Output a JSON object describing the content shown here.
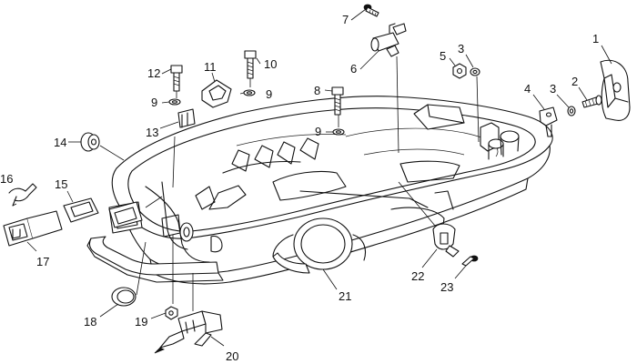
{
  "callouts": [
    {
      "id": "1",
      "text": "1"
    },
    {
      "id": "2",
      "text": "2"
    },
    {
      "id": "3a",
      "text": "3"
    },
    {
      "id": "3b",
      "text": "3"
    },
    {
      "id": "4",
      "text": "4"
    },
    {
      "id": "5",
      "text": "5"
    },
    {
      "id": "6",
      "text": "6"
    },
    {
      "id": "7",
      "text": "7"
    },
    {
      "id": "8",
      "text": "8"
    },
    {
      "id": "9a",
      "text": "9"
    },
    {
      "id": "9b",
      "text": "9"
    },
    {
      "id": "9c",
      "text": "9"
    },
    {
      "id": "10",
      "text": "10"
    },
    {
      "id": "11",
      "text": "11"
    },
    {
      "id": "12",
      "text": "12"
    },
    {
      "id": "13",
      "text": "13"
    },
    {
      "id": "14",
      "text": "14"
    },
    {
      "id": "15",
      "text": "15"
    },
    {
      "id": "16",
      "text": "16"
    },
    {
      "id": "17",
      "text": "17"
    },
    {
      "id": "18",
      "text": "18"
    },
    {
      "id": "19",
      "text": "19"
    },
    {
      "id": "20",
      "text": "20"
    },
    {
      "id": "21",
      "text": "21"
    },
    {
      "id": "22",
      "text": "22"
    },
    {
      "id": "23",
      "text": "23"
    }
  ]
}
